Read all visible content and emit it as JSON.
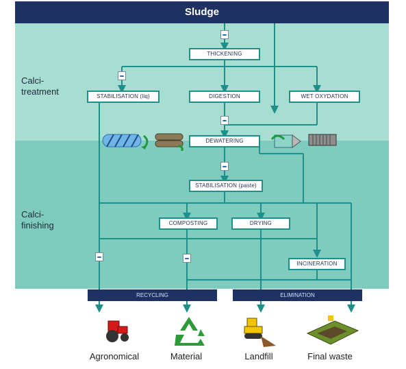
{
  "header": {
    "title": "Sludge"
  },
  "sections": {
    "treatment": "Calci-\ntreatment",
    "finishing": "Calci-\nfinishing"
  },
  "processes": {
    "thickening": "THICKENING",
    "stabilisation_liq": "STABILISATION    (liq)",
    "digestion": "DIGESTION",
    "wet_oxydation": "WET OXYDATION",
    "dewatering": "DEWATERING",
    "stabilisation_paste": "STABILISATION    (paste)",
    "composting": "COMPOSTING",
    "drying": "DRYING",
    "incineration": "INCINERATION"
  },
  "bars": {
    "recycling": "RECYCLING",
    "elimination": "ELIMINATION"
  },
  "outputs": {
    "agronomical": "Agronomical",
    "material": "Material",
    "landfill": "Landfill",
    "final_waste": "Final waste"
  },
  "colors": {
    "header": "#1d3262",
    "band_treatment": "#a8ddd2",
    "band_finishing": "#7fccbf",
    "line": "#1f8f89"
  },
  "icons": [
    "reagent-icon",
    "screw-press-icon",
    "belt-filter-icon",
    "centrifuge-icon",
    "filter-press-icon",
    "tractor-icon",
    "recycling-icon",
    "bulldozer-icon",
    "landfill-site-icon"
  ]
}
